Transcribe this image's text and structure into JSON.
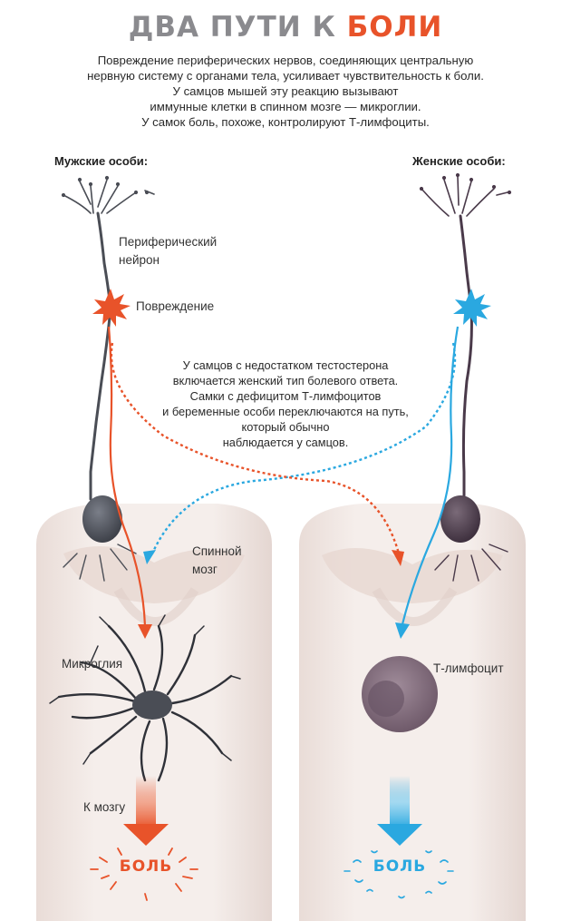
{
  "title": {
    "part1": "ДВА ПУТИ К ",
    "part2": "БОЛИ"
  },
  "intro": [
    "Повреждение периферических нервов, соединяющих центральную",
    "нервную систему с органами тела, усиливает чувствительность к боли.",
    "У самцов мышей эту реакцию вызывают",
    "иммунные клетки в спинном мозге — микроглии.",
    "У самок боль, похоже, контролируют Т-лимфоциты."
  ],
  "male_header": "Мужские особи:",
  "female_header": "Женские особи:",
  "labels": {
    "peripheral_neuron": [
      "Периферический",
      "нейрон"
    ],
    "injury": "Повреждение",
    "spinal_cord": [
      "Спинной",
      "мозг"
    ],
    "microglia": "Микроглия",
    "t_lymphocyte": "Т-лимфоцит",
    "to_brain": "К мозгу",
    "pain_male": "БОЛЬ",
    "pain_female": "БОЛЬ"
  },
  "note": [
    "У самцов с недостатком тестостерона",
    "включается женский тип болевого ответа.",
    "Самки с дефицитом Т-лимфоцитов",
    "и беременные особи переключаются на путь,",
    "который обычно",
    "наблюдается у самцов."
  ],
  "colors": {
    "orange": "#e8532a",
    "blue": "#2aa8e0",
    "title_gray": "#8a8a8e",
    "male_neuron": "#4a4d55",
    "female_neuron": "#4a3a4a",
    "cord": "#efe6e2"
  }
}
